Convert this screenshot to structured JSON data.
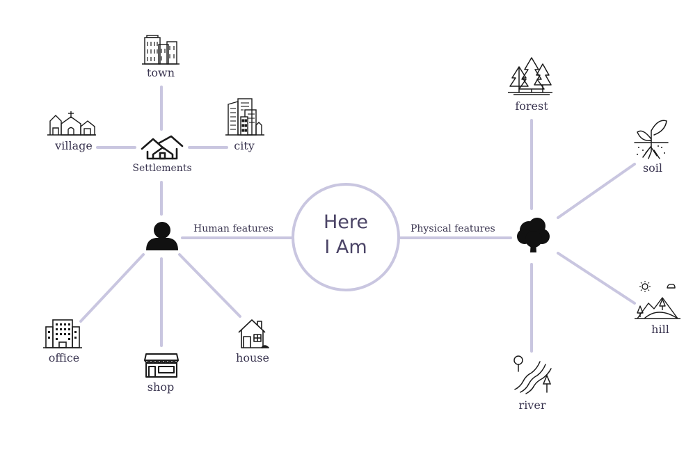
{
  "center": {
    "line1": "Here",
    "line2": "I Am"
  },
  "branches": {
    "human": "Human features",
    "physical": "Physical features"
  },
  "nodes": {
    "settlements": "Settlements",
    "town": "town",
    "village": "village",
    "city": "city",
    "office": "office",
    "shop": "shop",
    "house": "house",
    "forest": "forest",
    "soil": "soil",
    "hill": "hill",
    "river": "river"
  },
  "colors": {
    "connector": "#c9c6e0",
    "text": "#3a3550",
    "icon": "#1a1a1a"
  }
}
